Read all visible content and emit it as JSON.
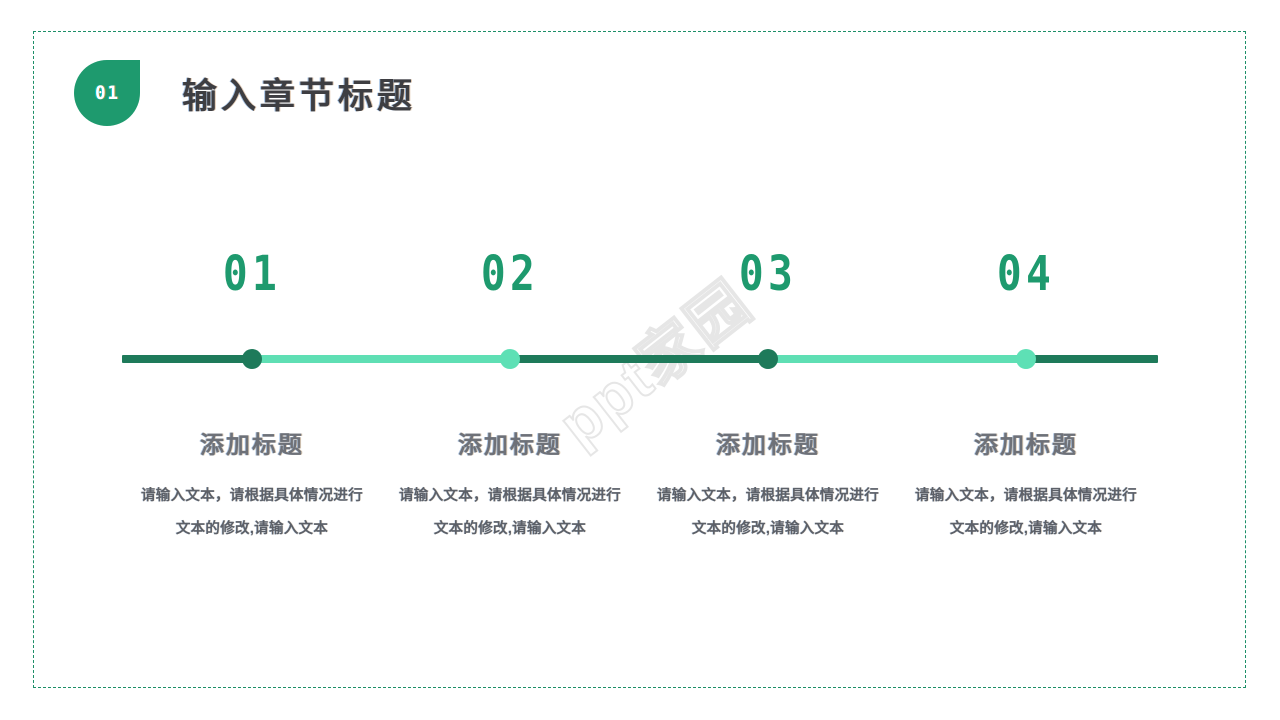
{
  "slide": {
    "background_color": "#ffffff",
    "frame_border_color": "#1d8f68",
    "accent_dark": "#1e7a5a",
    "accent_green": "#1e9a6e",
    "accent_mint": "#5fdfb4"
  },
  "header": {
    "badge_number": "01",
    "title": "输入章节标题"
  },
  "watermark": {
    "text": "ppt家园"
  },
  "timeline": {
    "segments": [
      {
        "color": "#1e7a5a",
        "tone": "dark"
      },
      {
        "color": "#5fdfb4",
        "tone": "mint"
      },
      {
        "color": "#1e7a5a",
        "tone": "dark"
      },
      {
        "color": "#5fdfb4",
        "tone": "mint"
      },
      {
        "color": "#1e7a5a",
        "tone": "dark"
      }
    ],
    "dots": [
      {
        "color": "#1e7a5a",
        "tone": "dark"
      },
      {
        "color": "#5ee0b5",
        "tone": "mint"
      },
      {
        "color": "#1e7a5a",
        "tone": "dark"
      },
      {
        "color": "#5ee0b5",
        "tone": "mint"
      }
    ]
  },
  "columns": [
    {
      "number": "01",
      "title": "添加标题",
      "body": "请输入文本，请根据具体情况进行文本的修改,请输入文本"
    },
    {
      "number": "02",
      "title": "添加标题",
      "body": "请输入文本，请根据具体情况进行文本的修改,请输入文本"
    },
    {
      "number": "03",
      "title": "添加标题",
      "body": "请输入文本，请根据具体情况进行文本的修改,请输入文本"
    },
    {
      "number": "04",
      "title": "添加标题",
      "body": "请输入文本，请根据具体情况进行文本的修改,请输入文本"
    }
  ]
}
